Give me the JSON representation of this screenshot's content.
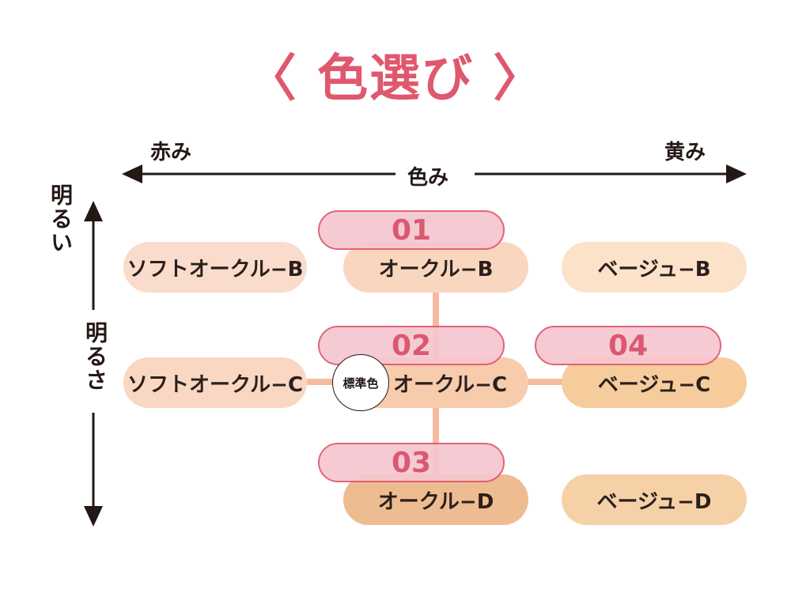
{
  "title": "〈 色選び 〉",
  "axes": {
    "hue_left": "赤み",
    "hue_right": "黄み",
    "hue_center": "色み",
    "brightness_top": "明るい",
    "brightness_center": "明るさ"
  },
  "shades": {
    "soft_ochre_b": "ソフトオークル−B",
    "ochre_b": "オークル−B",
    "beige_b": "ベージュ−B",
    "soft_ochre_c": "ソフトオークル−C",
    "ochre_c": "オークル−C",
    "beige_c": "ベージュ−C",
    "ochre_d": "オークル−D",
    "beige_d": "ベージュ−D"
  },
  "tags": {
    "t01": "01",
    "t02": "02",
    "t03": "03",
    "t04": "04"
  },
  "badge": "標準色",
  "colors": {
    "title": "#e0586e",
    "tag_text": "#d94a66",
    "tag_fill": "#f6c6cf",
    "tag_border": "#e0586e",
    "arrow": "#231815",
    "connector": "#f4bba1",
    "soft_ochre_b": "#f9dccb",
    "ochre_b": "#f9d7bf",
    "beige_b": "#fbe2c9",
    "soft_ochre_c": "#f9d7c3",
    "ochre_c": "#f7ccad",
    "beige_c": "#f6cc9c",
    "ochre_d": "#eebc91",
    "beige_d": "#f6d1a8"
  }
}
